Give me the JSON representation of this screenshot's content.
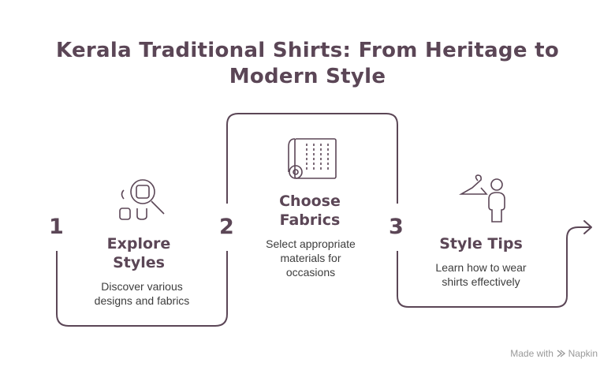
{
  "title": "Kerala Traditional Shirts: From Heritage to Modern Style",
  "steps": [
    {
      "number": "1",
      "title_line1": "Explore",
      "title_line2": "Styles",
      "desc_line1": "Discover various",
      "desc_line2": "designs and fabrics",
      "icon": "magnifier-icon"
    },
    {
      "number": "2",
      "title_line1": "Choose",
      "title_line2": "Fabrics",
      "desc_line1": "Select appropriate",
      "desc_line2": "materials for",
      "desc_line3": "occasions",
      "icon": "fabric-roll-icon"
    },
    {
      "number": "3",
      "title_line1": "Style Tips",
      "desc_line1": "Learn how to wear",
      "desc_line2": "shirts effectively",
      "icon": "hanger-person-icon"
    }
  ],
  "footer": {
    "made_with": "Made with",
    "brand": "Napkin"
  },
  "colors": {
    "text": "#5b4656",
    "stroke": "#5b4656"
  }
}
